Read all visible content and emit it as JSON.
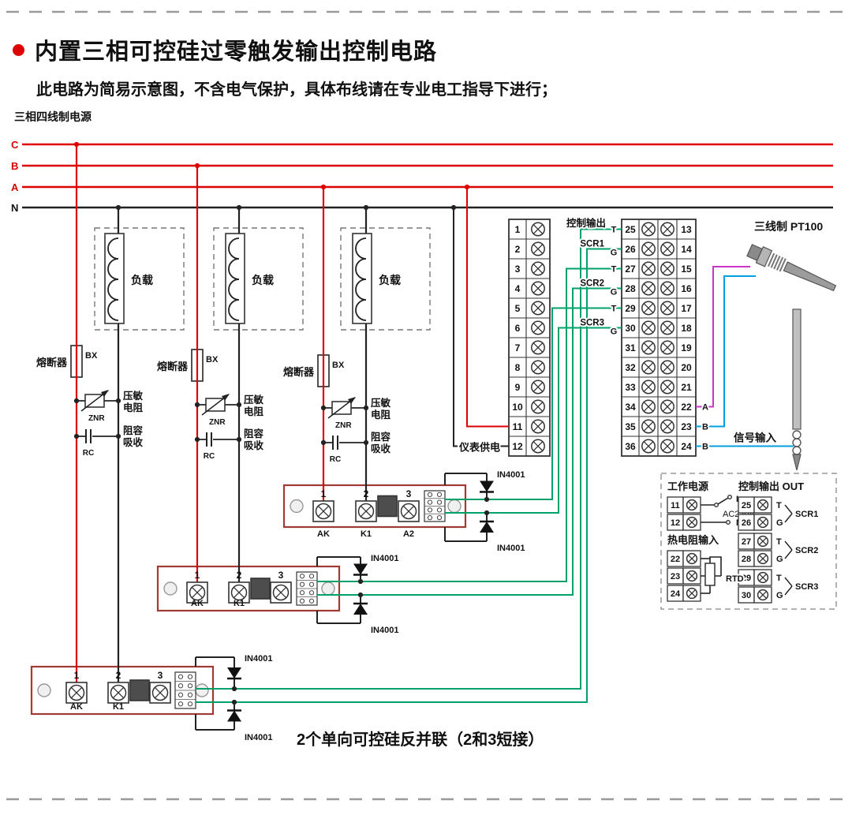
{
  "page": {
    "title": "内置三相可控硅过零触发输出控制电路",
    "subtitle": "此电路为简易示意图，不含电气保护，具体布线请在专业电工指导下进行；",
    "caption": "2个单向可控硅反并联（2和3短接）"
  },
  "colors": {
    "phase": "#dd0000",
    "neutral": "#222222",
    "control": "#00a06a",
    "signal_b": "#00a0e0",
    "signal_a": "#cc33cc",
    "frame": "#a03a35"
  },
  "power": {
    "label": "三相四线制电源",
    "phases": [
      "C",
      "B",
      "A"
    ],
    "neutral": "N"
  },
  "components": {
    "load": "负载",
    "fuse": "熔断器",
    "fuse_code": "BX",
    "varistor": [
      "压敏",
      "电阻"
    ],
    "varistor_code": "ZNR",
    "rc": [
      "阻容",
      "吸收"
    ],
    "rc_code": "RC",
    "diode": "IN4001"
  },
  "modules": [
    {
      "numbers": [
        "1",
        "2",
        "3"
      ],
      "labels": [
        "AK",
        "K1",
        ""
      ]
    },
    {
      "numbers": [
        "1",
        "2",
        "3"
      ],
      "labels": [
        "AK",
        "K1",
        ""
      ]
    },
    {
      "numbers": [
        "1",
        "2",
        "3"
      ],
      "labels": [
        "AK",
        "K1",
        "A2"
      ]
    }
  ],
  "terminal_block": {
    "header": "控制输出",
    "left_numbers": [
      "1",
      "2",
      "3",
      "4",
      "5",
      "6",
      "7",
      "8",
      "9",
      "10",
      "11",
      "12"
    ],
    "mid_numbers": [
      "25",
      "26",
      "27",
      "28",
      "29",
      "30",
      "31",
      "32",
      "33",
      "34",
      "35",
      "36"
    ],
    "right_numbers": [
      "13",
      "14",
      "15",
      "16",
      "17",
      "18",
      "19",
      "20",
      "21",
      "22",
      "23",
      "24"
    ],
    "t_label": "T",
    "g_label": "G",
    "scr_groups": [
      "SCR1",
      "SCR2",
      "SCR3"
    ],
    "suffixes": [
      "A",
      "B",
      "B"
    ],
    "power_label": "仪表供电",
    "signal_label": "信号输入"
  },
  "sensor": {
    "label": "三线制 PT100"
  },
  "panel": {
    "power_title": "工作电源",
    "power_rows": [
      {
        "num": "11",
        "tag": "L"
      },
      {
        "num": "12",
        "tag": "N"
      }
    ],
    "voltage": "AC220V",
    "out_title": "控制输出 OUT",
    "out_groups": [
      {
        "rows": [
          {
            "num": "25",
            "tag": "T"
          },
          {
            "num": "26",
            "tag": "G"
          }
        ],
        "name": "SCR1"
      },
      {
        "rows": [
          {
            "num": "27",
            "tag": "T"
          },
          {
            "num": "28",
            "tag": "G"
          }
        ],
        "name": "SCR2"
      },
      {
        "rows": [
          {
            "num": "29",
            "tag": "T"
          },
          {
            "num": "30",
            "tag": "G"
          }
        ],
        "name": "SCR3"
      }
    ],
    "rtd_title": "热电阻输入",
    "rtd_numbers": [
      "22",
      "23",
      "24"
    ],
    "rtd_label": "RTD"
  }
}
